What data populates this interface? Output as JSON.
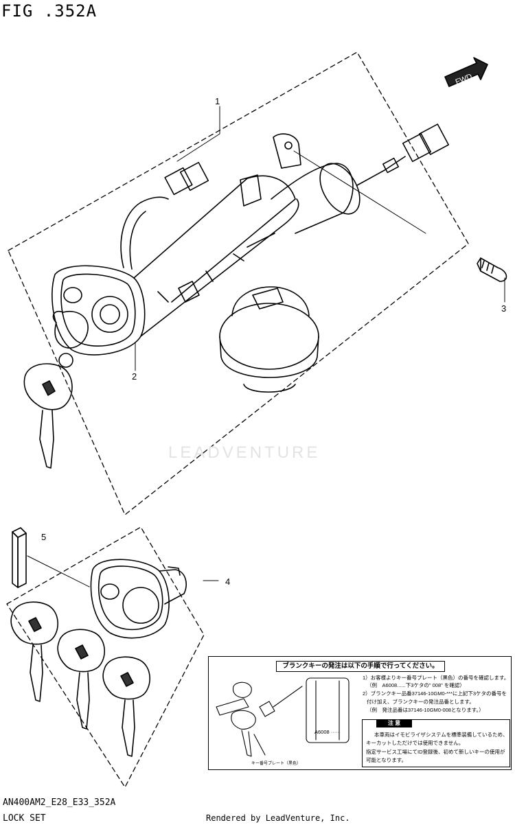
{
  "figure": {
    "title": "FIG .352A",
    "fwd_label": "FWD",
    "watermark": "LEADVENTURE"
  },
  "callouts": [
    "1",
    "2",
    "3",
    "4",
    "5"
  ],
  "notice": {
    "header": "ブランクキーの発注は以下の手順で行ってください。",
    "lines": [
      "1）お客様よりキー番号プレート（黒色）の番号を確認します。",
      "（例　A6008......下3ケタの\" 008\" を確認）",
      "2）ブランクキー品番37146-10GM0-***に上記下3ケタの番号を",
      "付け加え、ブランクキーの発注品番とします。",
      "（例　発注品番は37146-10GM0-008となります。）"
    ],
    "plate_label": "A6008 ·····",
    "key_plate_caption": "キー番号プレート（黒色）",
    "caution_header": "注 意",
    "caution_lines": [
      "本車両はイモビライザシステムを標準装備しているため、",
      "キーカットしただけでは使用できません。",
      "指定サービス工場にてID登録後、初めて新しいキーの使用が",
      "可能となります。"
    ]
  },
  "footer": {
    "model": "AN400AM2_E28_E33_352A",
    "name": "LOCK SET",
    "rendered_by": "Rendered by LeadVenture, Inc."
  }
}
